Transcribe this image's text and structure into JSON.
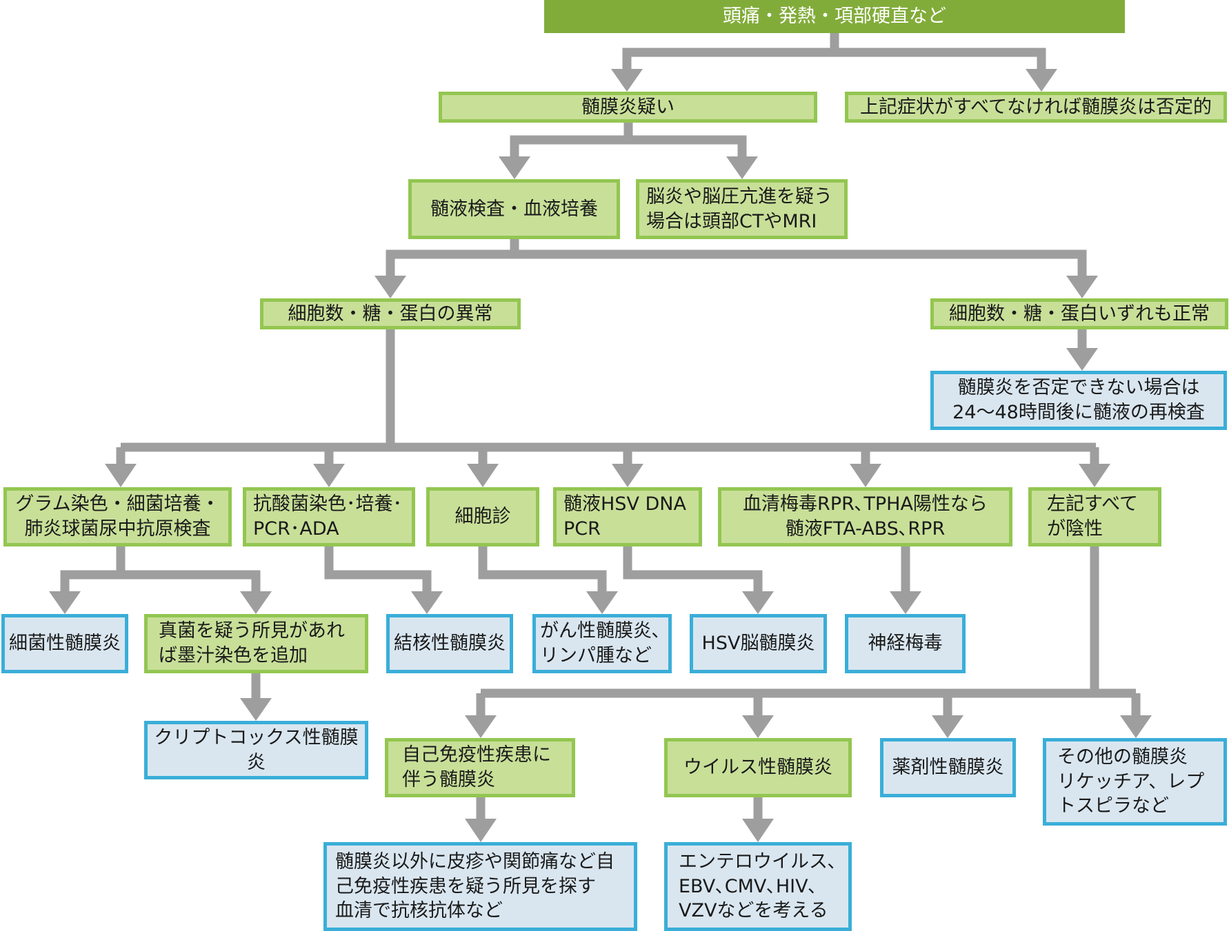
{
  "colors": {
    "header_fill": "#82ac3a",
    "step_fill": "#c8df98",
    "step_border": "#93c651",
    "result_fill": "#d9e6f0",
    "result_border": "#3aaed8",
    "arrow": "#9e9e9e"
  },
  "nodes": {
    "symptoms": "頭痛・発熱・項部硬直など",
    "suspected": "髄膜炎疑い",
    "negative_if_absent": "上記症状がすべてなければ髄膜炎は否定的",
    "csf_blood_test": "髄液検査・血液培養",
    "imaging": "脳炎や脳圧亢進を疑う\n場合は頭部CTやMRI",
    "abnormal": "細胞数・糖・蛋白の異常",
    "normal": "細胞数・糖・蛋白いずれも正常",
    "retest": "髄膜炎を否定できない場合は\n24〜48時間後に髄液の再検査",
    "gram": "グラム染色・細菌培養・\n肺炎球菌尿中抗原検査",
    "afb": "抗酸菌染色･培養･\nPCR･ADA",
    "cytology": "細胞診",
    "hsv_pcr": "髄液HSV DNA\nPCR",
    "syphilis_test": "血清梅毒RPR､TPHA陽性なら\n髄液FTA-ABS､RPR",
    "all_negative": "左記すべて\nが陰性",
    "bacterial": "細菌性髄膜炎",
    "fungal_check": "真菌を疑う所見があれ\nば墨汁染色を追加",
    "tuberculous": "結核性髄膜炎",
    "carcinomatous": "がん性髄膜炎､\nリンパ腫など",
    "hsv_encephalitis": "HSV脳髄膜炎",
    "neurosyphilis": "神経梅毒",
    "cryptococcal": "クリプトコックス性髄膜炎",
    "autoimmune": "自己免疫性疾患に\n伴う髄膜炎",
    "viral": "ウイルス性髄膜炎",
    "drug_induced": "薬剤性髄膜炎",
    "other": "その他の髄膜炎\nリケッチア、レプ\nトスピラなど",
    "autoimmune_workup": "髄膜炎以外に皮疹や関節痛など自\n己免疫性疾患を疑う所見を探す\n血清で抗核抗体など",
    "viral_causes": "エンテロウイルス､\nEBV､CMV､HIV､\nVZVなどを考える"
  }
}
